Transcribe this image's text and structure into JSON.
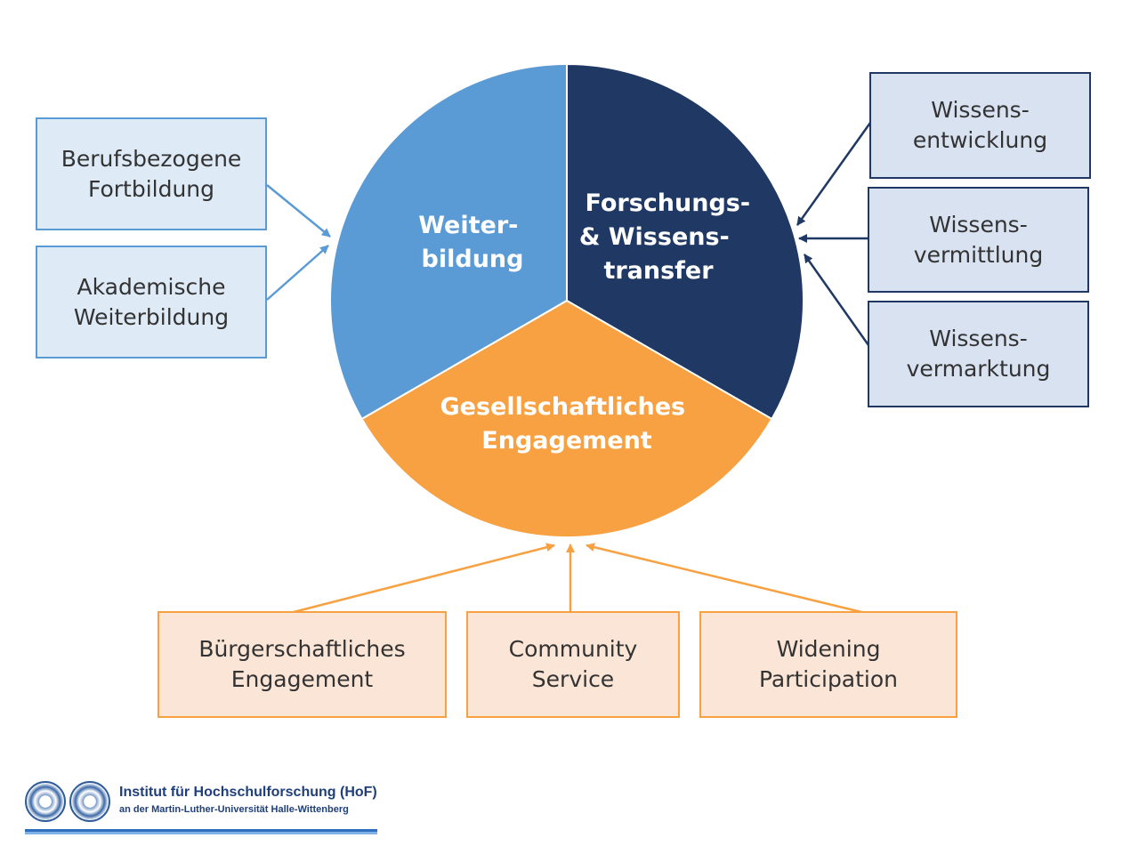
{
  "colors": {
    "light_blue": "#5b9bd5",
    "navy": "#203864",
    "orange": "#f8a142",
    "light_blue_fill": "#deebf7",
    "navy_fill": "#d9e2f1",
    "orange_fill": "#fbe5d6"
  },
  "circle": {
    "weiterbildung": [
      "Weiter-",
      "bildung"
    ],
    "forschung": [
      "Forschungs-",
      "& Wissens-",
      "transfer"
    ],
    "gesellschaft": [
      "Gesellschaftliches",
      "Engagement"
    ]
  },
  "left_boxes": [
    {
      "line1": "Berufsbezogene",
      "line2": "Fortbildung"
    },
    {
      "line1": "Akademische",
      "line2": "Weiterbildung"
    }
  ],
  "right_boxes": [
    {
      "line1": "Wissens-",
      "line2": "entwicklung"
    },
    {
      "line1": "Wissens-",
      "line2": "vermittlung"
    },
    {
      "line1": "Wissens-",
      "line2": "vermarktung"
    }
  ],
  "bottom_boxes": [
    {
      "line1": "Bürgerschaftliches",
      "line2": "Engagement"
    },
    {
      "line1": "Community",
      "line2": "Service"
    },
    {
      "line1": "Widening",
      "line2": "Participation"
    }
  ],
  "logo": {
    "title": "Institut für Hochschulforschung (HoF)",
    "subtitle": "an der Martin-Luther-Universität Halle-Wittenberg"
  }
}
